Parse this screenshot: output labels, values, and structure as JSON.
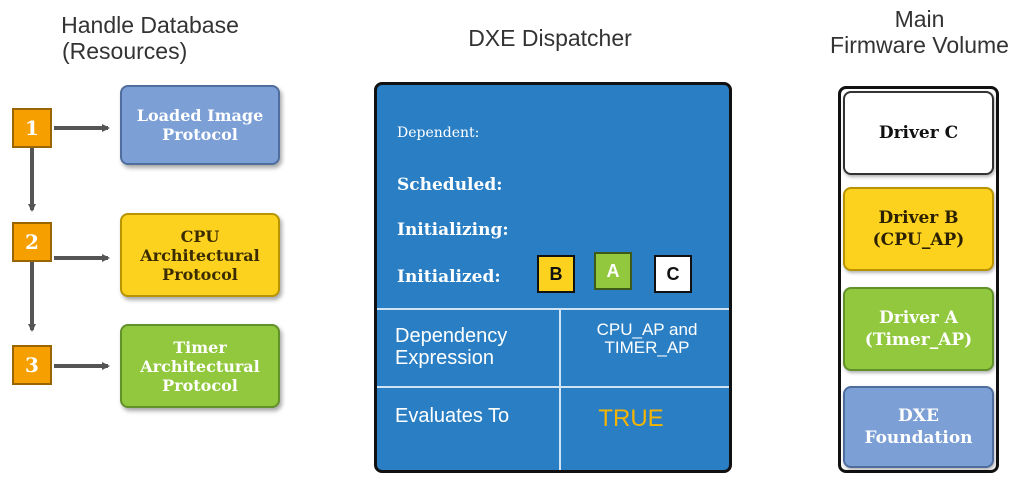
{
  "headings": {
    "handle_db_line1": "Handle Database",
    "handle_db_line2": "(Resources)",
    "dispatcher": "DXE Dispatcher",
    "fv_line1": "Main",
    "fv_line2": "Firmware Volume"
  },
  "handles": [
    "1",
    "2",
    "3"
  ],
  "protocols": [
    {
      "lines": [
        "Loaded Image",
        "Protocol"
      ],
      "color": "#7c9fd6"
    },
    {
      "lines": [
        "CPU",
        "Architectural",
        "Protocol"
      ],
      "color": "#fcd21e"
    },
    {
      "lines": [
        "Timer",
        "Architectural",
        "Protocol"
      ],
      "color": "#92c83e"
    }
  ],
  "dispatcher": {
    "dependent_label": "Dependent:",
    "scheduled_label": "Scheduled:",
    "initializing_label": "Initializing:",
    "initialized_label": "Initialized:",
    "chips": [
      {
        "label": "B",
        "color": "#fcd21e"
      },
      {
        "label": "A",
        "color": "#92c83e"
      },
      {
        "label": "C",
        "color": "#ffffff"
      }
    ],
    "dependency_label_line1": "Dependency",
    "dependency_label_line2": "Expression",
    "dependency_value_line1": "CPU_AP and",
    "dependency_value_line2": "TIMER_AP",
    "evaluates_label": "Evaluates To",
    "evaluates_value": "TRUE",
    "colors": {
      "panel": "#2a7fc4",
      "true_text": "#f5b400"
    }
  },
  "firmware_volume": [
    {
      "lines": [
        "Driver C"
      ],
      "color": "#ffffff"
    },
    {
      "lines": [
        "Driver B",
        "(CPU_AP)"
      ],
      "color": "#fcd21e"
    },
    {
      "lines": [
        "Driver A",
        "(Timer_AP)"
      ],
      "color": "#92c83e"
    },
    {
      "lines": [
        "DXE",
        "Foundation"
      ],
      "color": "#7c9fd6"
    }
  ]
}
